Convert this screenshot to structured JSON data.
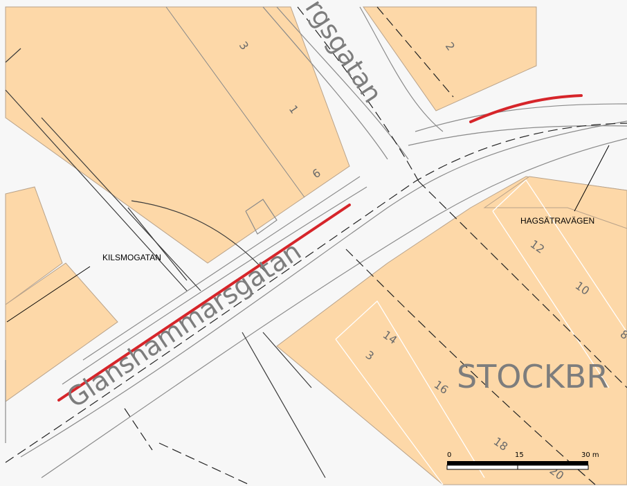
{
  "labels": {
    "street_main": "Glanshammarsgatan",
    "street_top": "rgsgatan",
    "kilsmogatan": "KILSMOGATAN",
    "hagsatravagen": "HAGSÄTRAVÄGEN",
    "district": "STOCKBR"
  },
  "house_numbers": {
    "n3_top": "3",
    "n1": "1",
    "n6": "6",
    "n2": "2",
    "n12": "12",
    "n10": "10",
    "n8": "8",
    "n14": "14",
    "n3_bottom": "3",
    "n16": "16",
    "n18": "18",
    "n20": "20"
  },
  "scale_bar": {
    "label_0": "0",
    "label_15": "15",
    "label_30": "30 m"
  },
  "colors": {
    "block_fill": "#fdd8a8",
    "background": "#f7f7f7",
    "highlight_red": "#d6252a"
  }
}
